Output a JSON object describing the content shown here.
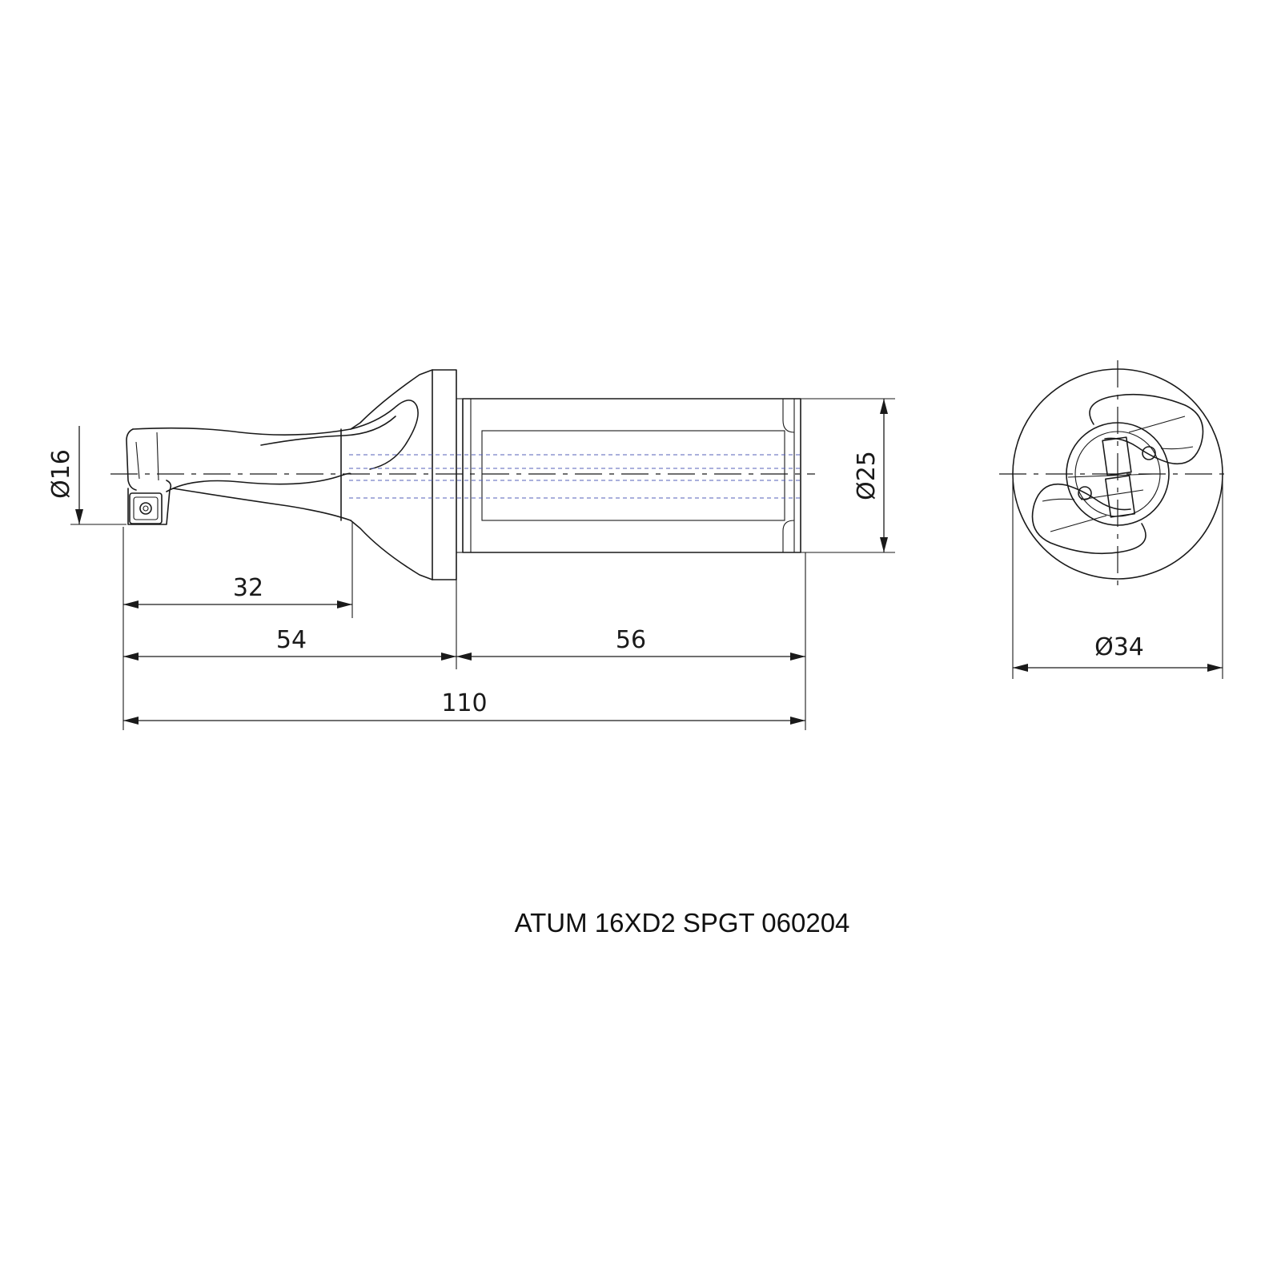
{
  "title": "ATUM 16XD2 SPGT 060204",
  "dimensions": {
    "d16": "Ø16",
    "d25": "Ø25",
    "d34": "Ø34",
    "l32": "32",
    "l54": "54",
    "l56": "56",
    "l110": "110"
  }
}
